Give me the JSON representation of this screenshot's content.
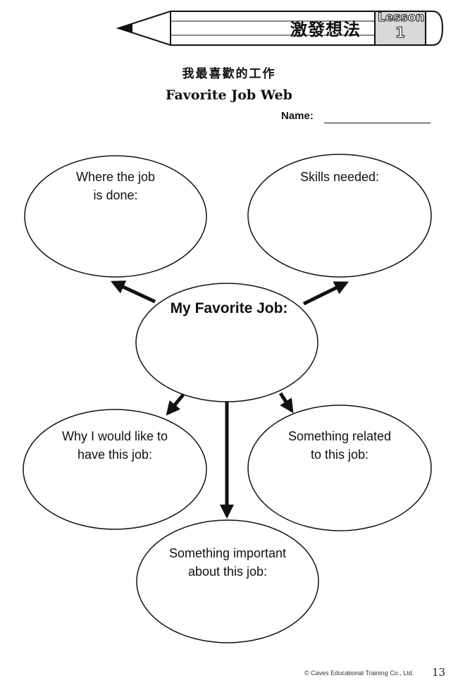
{
  "header": {
    "pencil_title": "激發想法",
    "lesson_word": "Lesson",
    "lesson_number": "1"
  },
  "titles": {
    "chinese": "我最喜歡的工作",
    "english": "Favorite Job Web"
  },
  "name_field": {
    "label": "Name:"
  },
  "web": {
    "center": "My Favorite Job:",
    "where": [
      "Where the job",
      "is done:"
    ],
    "skills": [
      "Skills needed:"
    ],
    "why": [
      "Why I would like to",
      "have this job:"
    ],
    "related": [
      "Something related",
      "to this job:"
    ],
    "important": [
      "Something important",
      "about this job:"
    ]
  },
  "footer": {
    "copyright": "© Caves Educational Training Co., Ltd.",
    "page_number": "13"
  }
}
